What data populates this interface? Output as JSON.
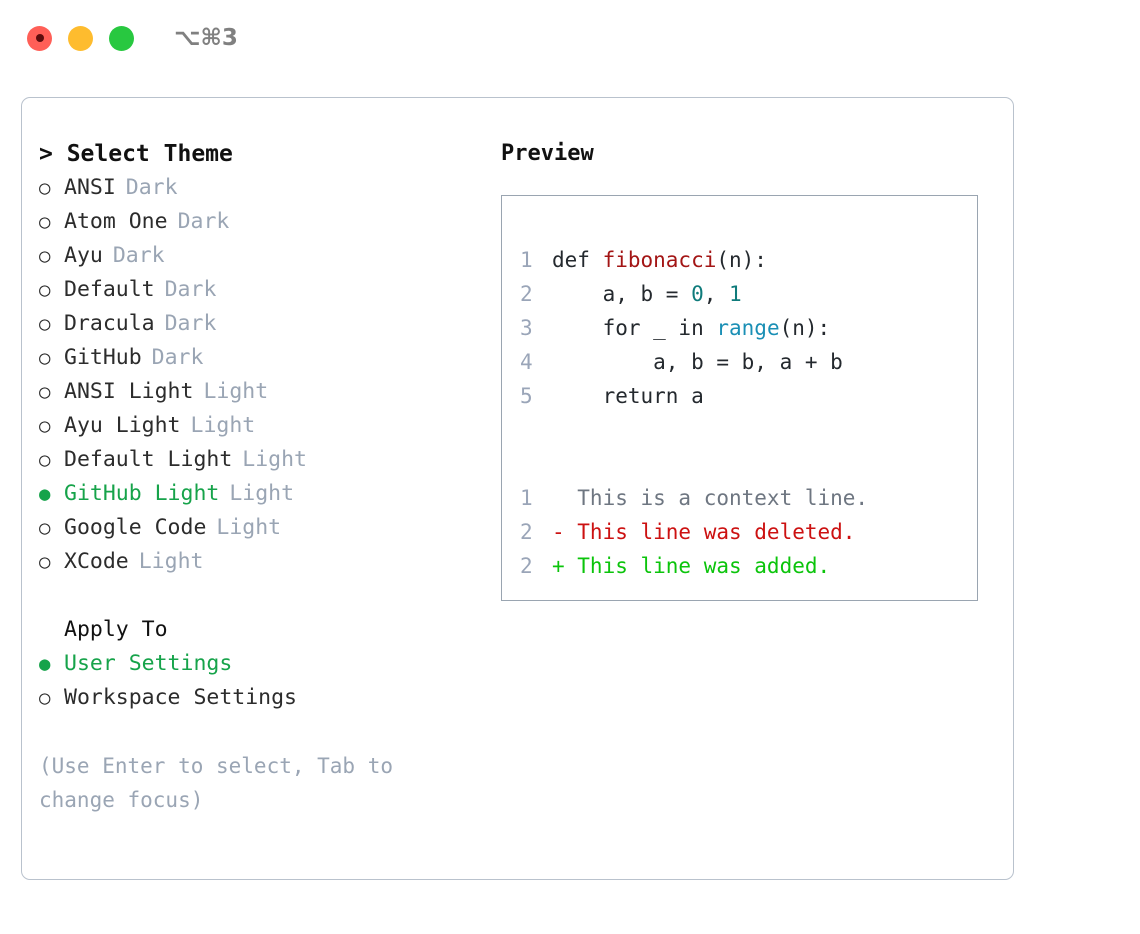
{
  "titlebar": {
    "shortcut": "⌥⌘3",
    "lights": [
      {
        "name": "close",
        "color": "#ff5f57"
      },
      {
        "name": "minimize",
        "color": "#febc2e"
      },
      {
        "name": "zoom",
        "color": "#28c840"
      }
    ]
  },
  "theme_list": {
    "header": "> Select Theme",
    "items": [
      {
        "marker": "○",
        "label": "ANSI",
        "variant": "Dark",
        "selected": false
      },
      {
        "marker": "○",
        "label": "Atom One",
        "variant": "Dark",
        "selected": false
      },
      {
        "marker": "○",
        "label": "Ayu",
        "variant": "Dark",
        "selected": false
      },
      {
        "marker": "○",
        "label": "Default",
        "variant": "Dark",
        "selected": false
      },
      {
        "marker": "○",
        "label": "Dracula",
        "variant": "Dark",
        "selected": false
      },
      {
        "marker": "○",
        "label": "GitHub",
        "variant": "Dark",
        "selected": false
      },
      {
        "marker": "○",
        "label": "ANSI Light",
        "variant": "Light",
        "selected": false
      },
      {
        "marker": "○",
        "label": "Ayu Light",
        "variant": "Light",
        "selected": false
      },
      {
        "marker": "○",
        "label": "Default Light",
        "variant": "Light",
        "selected": false
      },
      {
        "marker": "●",
        "label": "GitHub Light",
        "variant": "Light",
        "selected": true
      },
      {
        "marker": "○",
        "label": "Google Code",
        "variant": "Light",
        "selected": false
      },
      {
        "marker": "○",
        "label": "XCode",
        "variant": "Light",
        "selected": false
      }
    ]
  },
  "apply_to": {
    "title": "Apply To",
    "items": [
      {
        "marker": "●",
        "label": "User Settings",
        "selected": true
      },
      {
        "marker": "○",
        "label": "Workspace Settings",
        "selected": false
      }
    ]
  },
  "hint": "(Use Enter to select, Tab to change focus)",
  "preview": {
    "title": "Preview",
    "code_lines": [
      {
        "no": "1",
        "segments": [
          {
            "t": "def ",
            "c": "plain"
          },
          {
            "t": "fibonacci",
            "c": "func"
          },
          {
            "t": "(n):",
            "c": "plain"
          }
        ]
      },
      {
        "no": "2",
        "segments": [
          {
            "t": "    a, b = ",
            "c": "plain"
          },
          {
            "t": "0",
            "c": "num"
          },
          {
            "t": ", ",
            "c": "plain"
          },
          {
            "t": "1",
            "c": "num"
          }
        ]
      },
      {
        "no": "3",
        "segments": [
          {
            "t": "    for _ in ",
            "c": "plain"
          },
          {
            "t": "range",
            "c": "call"
          },
          {
            "t": "(n):",
            "c": "plain"
          }
        ]
      },
      {
        "no": "4",
        "segments": [
          {
            "t": "        a, b = b, a + b",
            "c": "plain"
          }
        ]
      },
      {
        "no": "5",
        "segments": [
          {
            "t": "    return a",
            "c": "plain"
          }
        ]
      }
    ],
    "diff_lines": [
      {
        "no": "1",
        "text": "  This is a context line.",
        "kind": "ctx"
      },
      {
        "no": "2",
        "text": "- This line was deleted.",
        "kind": "del"
      },
      {
        "no": "2",
        "text": "+ This line was added.",
        "kind": "add"
      }
    ]
  },
  "colors": {
    "selected_green": "#16a34a",
    "diff_add_green": "#0bc40b",
    "diff_del_red": "#cc1111",
    "func_red": "#a31515",
    "number_teal": "#0f7b7b",
    "call_blue": "#1a8fb5",
    "muted_gray": "#9aa5b4",
    "panel_border": "#b9c2cd",
    "code_border": "#9aa5b1"
  }
}
